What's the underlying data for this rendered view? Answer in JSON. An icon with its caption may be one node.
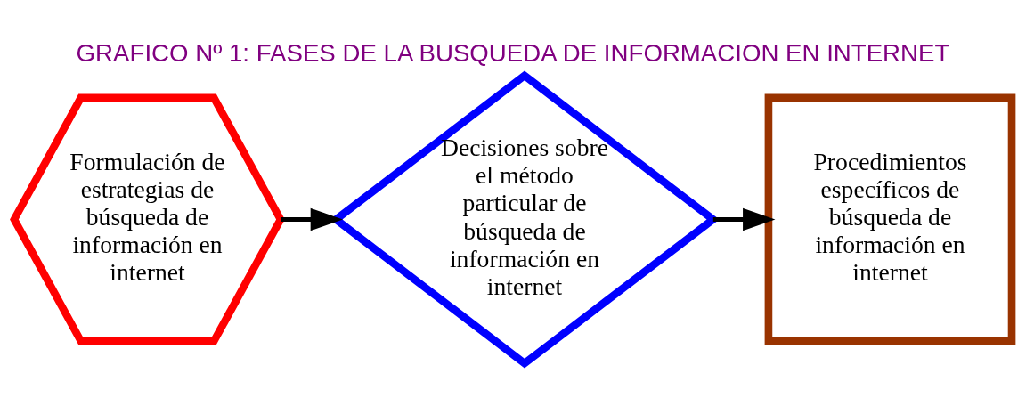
{
  "diagram": {
    "title": "GRAFICO Nº 1: FASES DE LA BUSQUEDA DE INFORMACION EN INTERNET",
    "nodes": [
      {
        "text": [
          "Formulación de estrategias de búsqueda de información en internet"
        ]
      },
      {
        "text": [
          "Decisiones sobre el método particular de búsqueda de información en internet"
        ]
      },
      {
        "text": [
          "Procedimientos específicos de búsqueda de información en internet"
        ]
      }
    ],
    "edges": [
      {
        "from": 0,
        "to": 1,
        "arrow": "to"
      },
      {
        "from": 1,
        "to": 2,
        "arrow": "to"
      }
    ]
  }
}
